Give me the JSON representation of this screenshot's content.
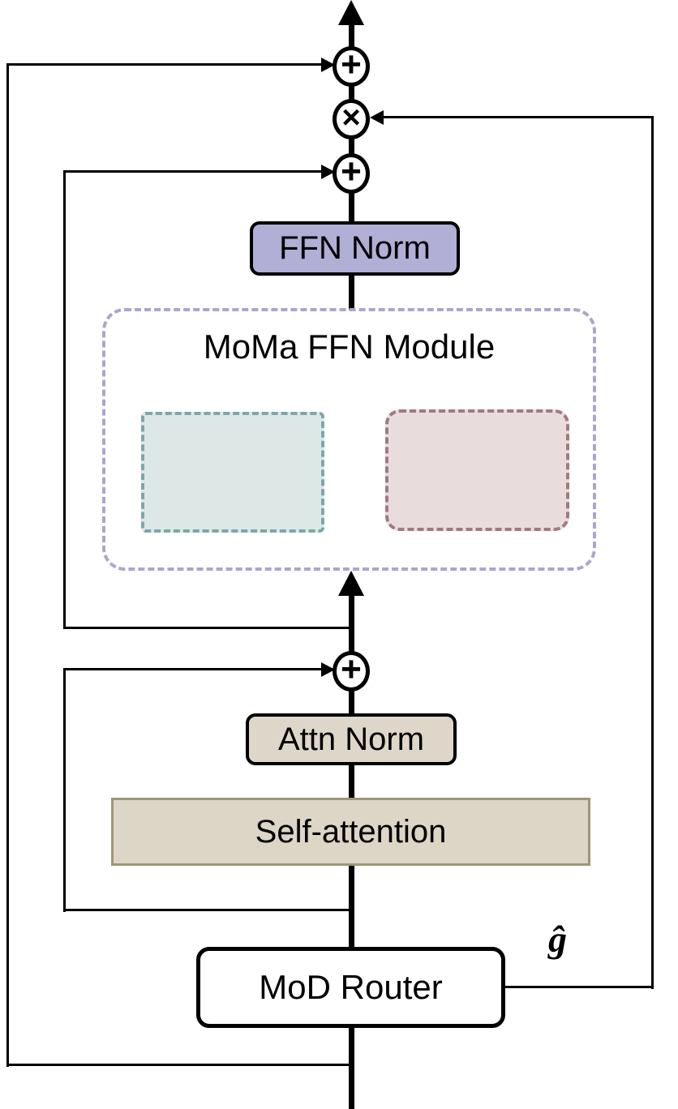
{
  "diagram": {
    "module_title": "MoMa FFN Module",
    "nodes": {
      "ffn_norm": "FFN Norm",
      "attn_norm": "Attn Norm",
      "self_attention": "Self-attention",
      "mod_router": "MoD Router"
    },
    "labels": {
      "gate": "ĝ"
    },
    "operators": {
      "add": "+",
      "multiply": "×"
    }
  },
  "colors": {
    "line": "#000000",
    "ffn_norm_fill": "#b1afd6",
    "module_border": "#a9a7cf",
    "expert_left_fill": "#dde8e6",
    "expert_left_border": "#7da7a9",
    "expert_right_fill": "#e8dddc",
    "expert_right_border": "#a3797e",
    "attn_norm_fill": "#ded7c9",
    "self_attention_fill": "#ddd5c5",
    "self_attention_border": "#a29478",
    "router_fill": "#ffffff"
  }
}
